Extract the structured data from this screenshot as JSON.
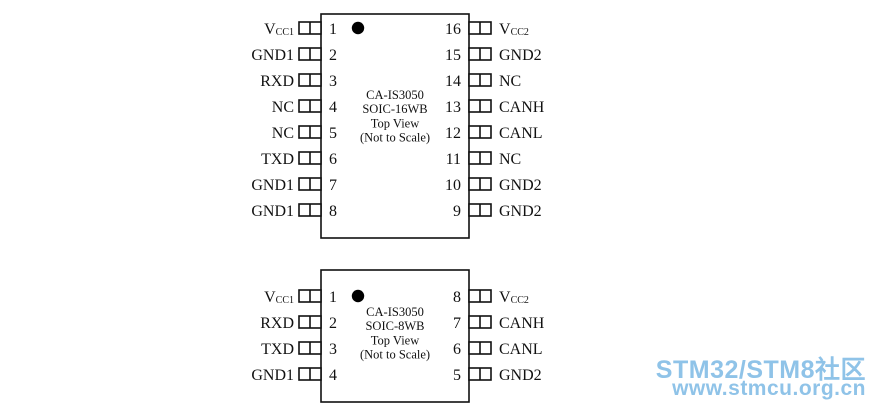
{
  "packages": [
    {
      "id": "soic16",
      "caption": [
        "CA-IS3050",
        "SOIC-16WB",
        "Top View",
        "(Not to Scale)"
      ],
      "left_pins": [
        {
          "num": "1",
          "label": "V",
          "sub": "CC1"
        },
        {
          "num": "2",
          "label": "GND1"
        },
        {
          "num": "3",
          "label": "RXD"
        },
        {
          "num": "4",
          "label": "NC"
        },
        {
          "num": "5",
          "label": "NC"
        },
        {
          "num": "6",
          "label": "TXD"
        },
        {
          "num": "7",
          "label": "GND1"
        },
        {
          "num": "8",
          "label": "GND1"
        }
      ],
      "right_pins": [
        {
          "num": "16",
          "label": "V",
          "sub": "CC2"
        },
        {
          "num": "15",
          "label": "GND2"
        },
        {
          "num": "14",
          "label": "NC"
        },
        {
          "num": "13",
          "label": "CANH"
        },
        {
          "num": "12",
          "label": "CANL"
        },
        {
          "num": "11",
          "label": "NC"
        },
        {
          "num": "10",
          "label": "GND2"
        },
        {
          "num": "9",
          "label": "GND2"
        }
      ]
    },
    {
      "id": "soic8",
      "caption": [
        "CA-IS3050",
        "SOIC-8WB",
        "Top View",
        "(Not to Scale)"
      ],
      "left_pins": [
        {
          "num": "1",
          "label": "V",
          "sub": "CC1"
        },
        {
          "num": "2",
          "label": "RXD"
        },
        {
          "num": "3",
          "label": "TXD"
        },
        {
          "num": "4",
          "label": "GND1"
        }
      ],
      "right_pins": [
        {
          "num": "8",
          "label": "V",
          "sub": "CC2"
        },
        {
          "num": "7",
          "label": "CANH"
        },
        {
          "num": "6",
          "label": "CANL"
        },
        {
          "num": "5",
          "label": "GND2"
        }
      ]
    }
  ],
  "watermark": {
    "line1": "STM32/STM8社区",
    "line2": "www.stmcu.org.cn"
  }
}
